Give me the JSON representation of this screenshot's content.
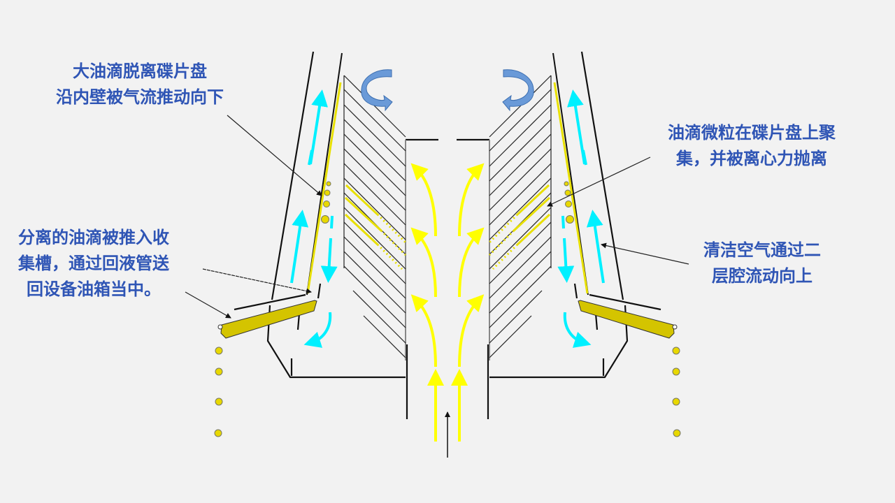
{
  "title": "Oil mist separator disk-stack working principle",
  "labels": {
    "top_left": [
      "大油滴脱离碟片盘",
      "沿内壁被气流推动向下"
    ],
    "bottom_left": [
      "分离的油滴被推入收",
      "集槽，通过回液管送",
      "回设备油箱当中。"
    ],
    "top_right": [
      "油滴微粒在碟片盘上聚",
      "集，并被离心力抛离"
    ],
    "bottom_right": [
      "清洁空气通过二",
      "层腔流动向上"
    ]
  },
  "colors": {
    "text": "#2f55b5",
    "oil": "#ffff00",
    "oil_collected": "#d4c400",
    "clean_air": "#00f0ff",
    "rotation": "#5b8fd0",
    "structure": "#111111",
    "background": "#f2f2f2"
  }
}
